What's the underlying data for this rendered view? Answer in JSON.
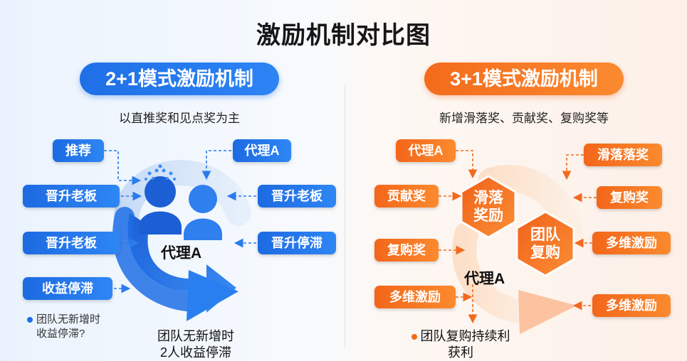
{
  "title": "激励机制对比图",
  "left": {
    "banner": "2+1模式激励机制",
    "subtitle": "以直推奖和见点奖为主",
    "pills": {
      "tuijian": "推荐",
      "jinsheng1": "晋升老板",
      "jinsheng2": "晋升老板",
      "shouyi": "收益停滞",
      "daili": "代理A",
      "jinsheng_right": "晋升老板",
      "tingzhi": "晋升停滞"
    },
    "center": "代理A",
    "note_line1": "团队无新增时",
    "note_line2": "收益停滞?",
    "bottom_line1": "团队无新增时",
    "bottom_line2": "2人收益停滞"
  },
  "right": {
    "banner": "3+1模式激励机制",
    "subtitle": "新增滑落奖、贡献奖、复购奖等",
    "pills": {
      "daili": "代理A",
      "gongxian": "贡献奖",
      "fugou_left": "复购奖",
      "duowei_left": "多维激励",
      "hualuo": "滑落落奖",
      "fugou_right": "复购奖",
      "duowei_right1": "多维激励",
      "duowei_right2": "多维激励"
    },
    "hex1": "滑落奖励",
    "hex2": "团队复购",
    "center": "代理A",
    "bottom_line1": "团队复购持续利",
    "bottom_line2": "获利"
  },
  "colors": {
    "blue": "#1f6fe6",
    "orange": "#f36b1c"
  }
}
